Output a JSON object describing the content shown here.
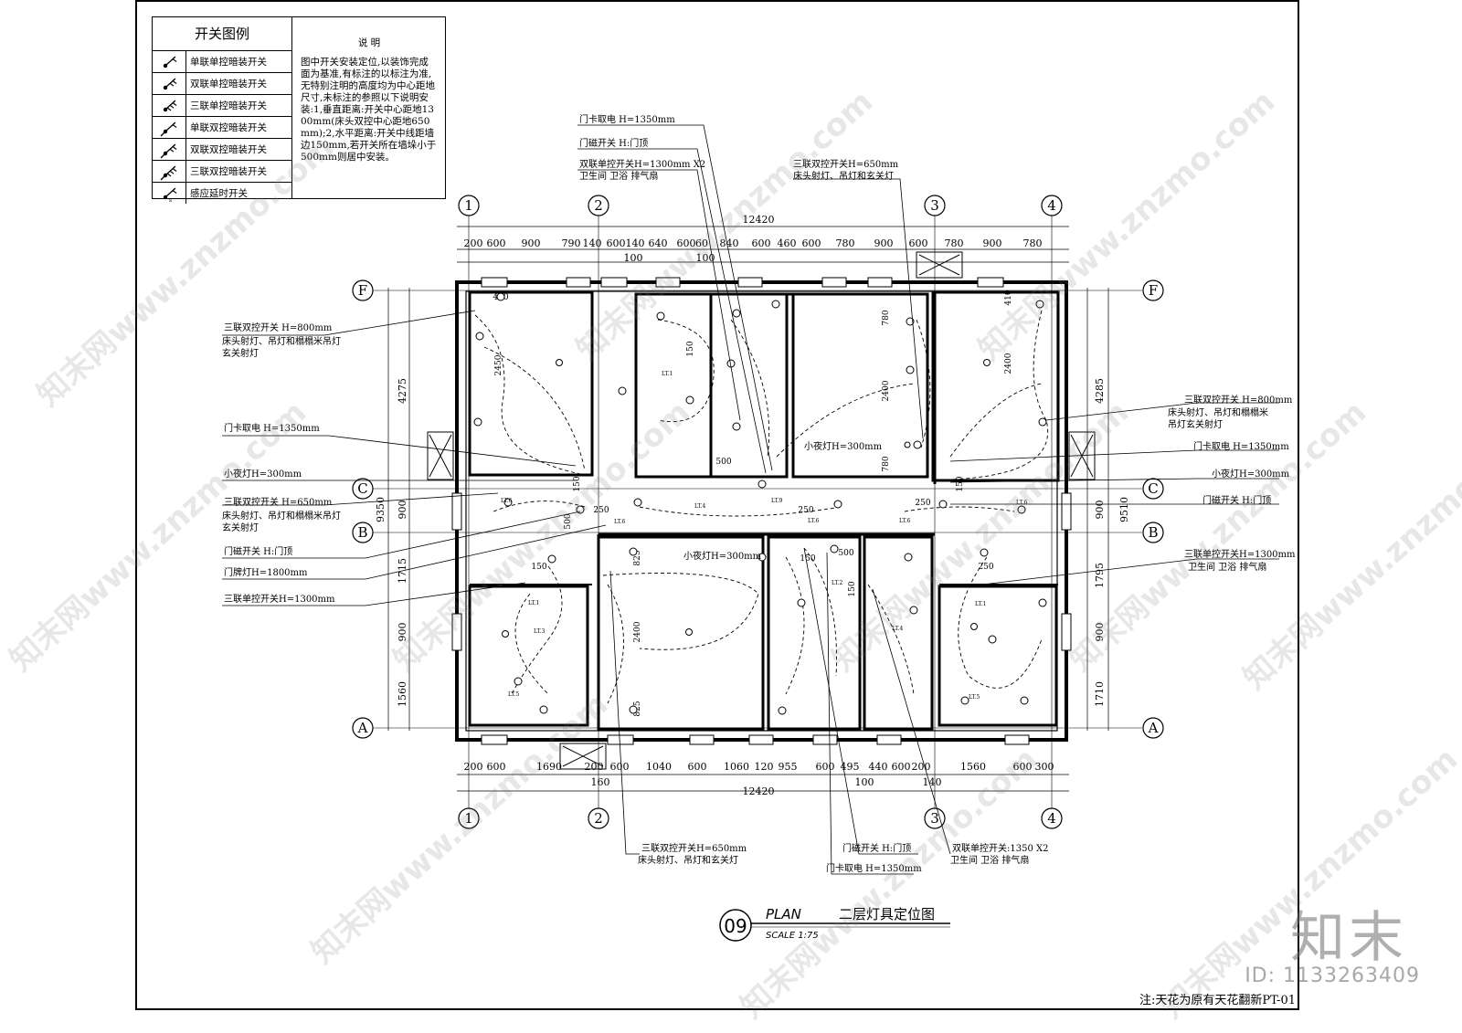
{
  "legend": {
    "title": "开关图例",
    "items": [
      {
        "label": "单联单控暗装开关",
        "icon": "single-gang-switch-icon"
      },
      {
        "label": "双联单控暗装开关",
        "icon": "double-gang-switch-icon"
      },
      {
        "label": "三联单控暗装开关",
        "icon": "triple-gang-switch-icon"
      },
      {
        "label": "单联双控暗装开关",
        "icon": "single-gang-two-way-switch-icon"
      },
      {
        "label": "双联双控暗装开关",
        "icon": "double-gang-two-way-switch-icon"
      },
      {
        "label": "三联双控暗装开关",
        "icon": "triple-gang-two-way-switch-icon"
      },
      {
        "label": "感应延时开关",
        "icon": "sensor-delay-switch-icon"
      }
    ],
    "notes_title": "说 明",
    "notes_body": "图中开关安装定位,以装饰完成面为基准,有标注的以标注为准,无特别注明的高度均为中心距地尺寸,未标注的参照以下说明安装:1,垂直距离:开关中心距地1300mm(床头双控中心距地650mm);2,水平距离:开关中线距墙边150mm,若开关所在墙垛小于500mm则居中安装。"
  },
  "grid": {
    "cols": [
      "1",
      "2",
      "3",
      "4"
    ],
    "rows": [
      "F",
      "C",
      "B",
      "A"
    ]
  },
  "dimensions": {
    "top_total": "12420",
    "top_segments": [
      "200",
      "600",
      "900",
      "790",
      "140",
      "600",
      "140",
      "640",
      "600",
      "60",
      "840",
      "600",
      "460",
      "600",
      "780",
      "900",
      "600",
      "780",
      "900",
      "780"
    ],
    "top_sub": [
      "100",
      "100"
    ],
    "bottom_total": "12420",
    "bottom_segments": [
      "200",
      "600",
      "1690",
      "200",
      "600",
      "1040",
      "600",
      "1060",
      "120",
      "955",
      "600",
      "495",
      "440",
      "600",
      "200",
      "1560",
      "600",
      "300"
    ],
    "bottom_sub": [
      "160",
      "100",
      "140"
    ],
    "left_total": "9350",
    "left_segments": [
      "4275",
      "900",
      "1715",
      "900",
      "1560"
    ],
    "right_total": "9510",
    "right_segments": [
      "4285",
      "900",
      "1795",
      "900",
      "1710"
    ],
    "interior": [
      "400",
      "2450",
      "150",
      "780",
      "2400",
      "780",
      "500",
      "150",
      "410",
      "2400",
      "150",
      "250",
      "250",
      "250",
      "500",
      "150",
      "825",
      "2400",
      "825",
      "500",
      "150",
      "150",
      "250"
    ]
  },
  "callouts": {
    "top_a": "门卡取电 H=1350mm",
    "top_b": "门磁开关 H:门顶",
    "top_c1": "双联单控开关H=1300mm X2",
    "top_c2": "卫生间 卫浴 排气扇",
    "top_d1": "三联双控开关H=650mm",
    "top_d2": "床头射灯、吊灯和玄关灯",
    "left_a1": "三联双控开关 H=800mm",
    "left_a2": "床头射灯、吊灯和榻榻米吊灯",
    "left_a3": "玄关射灯",
    "left_b": "门卡取电 H=1350mm",
    "left_c": "小夜灯H=300mm",
    "left_d1": "三联双控开关 H=650mm",
    "left_d2": "床头射灯、吊灯和榻榻米吊灯",
    "left_d3": "玄关射灯",
    "left_e": "门磁开关 H:门顶",
    "left_f": "门牌灯H=1800mm",
    "left_g": "三联单控开关H=1300mm",
    "right_a1": "三联双控开关 H=800mm",
    "right_a2": "床头射灯、吊灯和榻榻米",
    "right_a3": "吊灯玄关射灯",
    "right_b": "门卡取电 H=1350mm",
    "right_c": "小夜灯H=300mm",
    "right_d": "门磁开关 H:门顶",
    "right_e1": "三联单控开关H=1300mm",
    "right_e2": "卫生间 卫浴 排气扇",
    "mid_a": "小夜灯H=300mm",
    "mid_b": "小夜灯H=300mm",
    "bot_a1": "三联双控开关H=650mm",
    "bot_a2": "床头射灯、吊灯和玄关灯",
    "bot_b": "门磁开关 H:门顶",
    "bot_c": "门卡取电 H=1350mm",
    "bot_d1": "双联单控开关:1350 X2",
    "bot_d2": "卫生间 卫浴 排气扇"
  },
  "fixture_tags": [
    "LT.1",
    "LT.2",
    "LT.3",
    "LT.4",
    "LT.5",
    "LT.6",
    "LT.9"
  ],
  "title_block": {
    "number": "09",
    "plan_word": "PLAN",
    "scale": "SCALE 1:75",
    "title": "二层灯具定位图"
  },
  "watermark": "知末网www.znzmo.com",
  "logo": "知末",
  "doc_id": "ID: 1133263409",
  "footnote": "注:天花为原有天花翻新PT-01"
}
